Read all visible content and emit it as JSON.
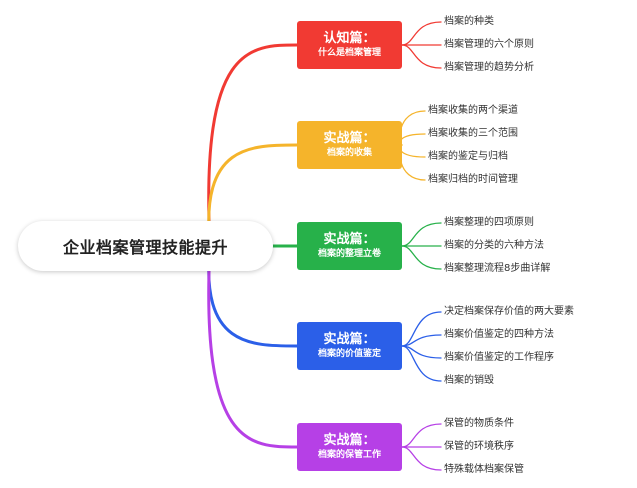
{
  "root": {
    "label": "企业档案管理技能提升"
  },
  "branches": [
    {
      "title": "认知篇：",
      "subtitle": "什么是档案管理",
      "color": "#f13a33",
      "items": [
        "档案的种类",
        "档案管理的六个原则",
        "档案管理的趋势分析"
      ]
    },
    {
      "title": "实战篇：",
      "subtitle": "档案的收集",
      "color": "#f5b42b",
      "items": [
        "档案收集的两个渠道",
        "档案收集的三个范围",
        "档案的鉴定与归档",
        "档案归档的时间管理"
      ]
    },
    {
      "title": "实战篇：",
      "subtitle": "档案的整理立卷",
      "color": "#27b14a",
      "items": [
        "档案整理的四项原则",
        "档案的分类的六种方法",
        "档案整理流程8步曲详解"
      ]
    },
    {
      "title": "实战篇：",
      "subtitle": "档案的价值鉴定",
      "color": "#2b5fe8",
      "items": [
        "决定档案保存价值的两大要素",
        "档案价值鉴定的四种方法",
        "档案价值鉴定的工作程序",
        "档案的销毁"
      ]
    },
    {
      "title": "实战篇：",
      "subtitle": "档案的保管工作",
      "color": "#b640e6",
      "items": [
        "保管的物质条件",
        "保管的环境秩序",
        "特殊载体档案保管"
      ]
    }
  ]
}
